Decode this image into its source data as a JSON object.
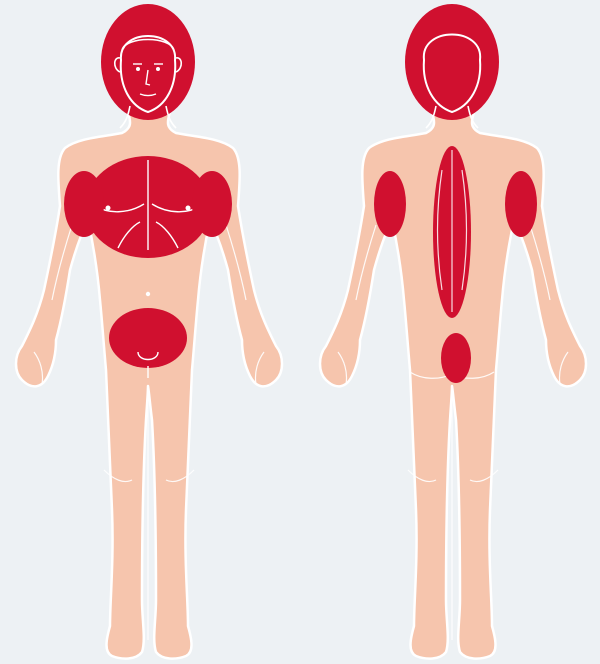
{
  "colors": {
    "background": "#edf1f4",
    "skin": "#f6c5ad",
    "outline": "#ffffff",
    "highlight": "#d0102f",
    "facial_line": "#2a1a1a"
  },
  "figures": [
    {
      "view": "front",
      "highlighted_regions": [
        "head",
        "chest",
        "left-upper-arm",
        "right-upper-arm",
        "groin"
      ]
    },
    {
      "view": "back",
      "highlighted_regions": [
        "head",
        "spine",
        "left-upper-arm",
        "right-upper-arm",
        "sacrum"
      ]
    }
  ]
}
